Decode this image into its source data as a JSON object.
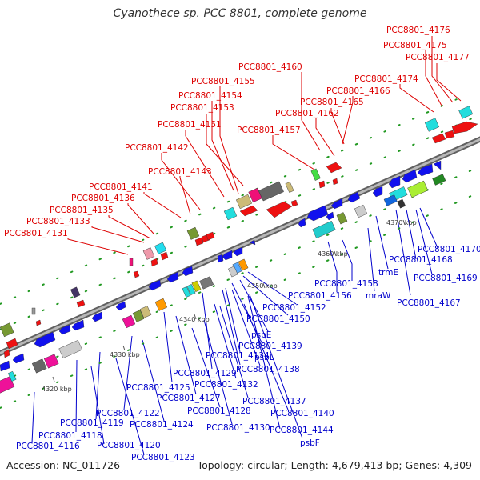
{
  "title": "Cyanothece sp. PCC 8801, complete genome",
  "footer": {
    "accession": "Accession: NC_011726",
    "stats": "Topology: circular; Length: 4,679,413 bp; Genes: 4,309"
  },
  "colors": {
    "label_forward": "#dd0000",
    "label_reverse": "#0000cc",
    "backbone": "#8a8a8a"
  },
  "ticks": [
    "4320 kbp",
    "4330 kbp",
    "4340 kbp",
    "4350 kbp",
    "4360 kbp",
    "4370 kbp"
  ],
  "forward_labels": [
    "PCC8801_4176",
    "PCC8801_4175",
    "PCC8801_4177",
    "PCC8801_4160",
    "PCC8801_4174",
    "PCC8801_4155",
    "PCC8801_4166",
    "PCC8801_4154",
    "PCC8801_4165",
    "PCC8801_4153",
    "PCC8801_4162",
    "PCC8801_4151",
    "PCC8801_4157",
    "PCC8801_4142",
    "PCC8801_4143",
    "PCC8801_4141",
    "PCC8801_4136",
    "PCC8801_4135",
    "PCC8801_4133",
    "PCC8801_4131"
  ],
  "reverse_labels": [
    "PCC8801_4170",
    "PCC8801_4168",
    "PCC8801_4169",
    "trmE",
    "PCC8801_4167",
    "PCC8801_4158",
    "PCC8801_4156",
    "mraW",
    "PCC8801_4152",
    "PCC8801_4150",
    "psbE",
    "PCC8801_4139",
    "PCC8801_4134",
    "psbL",
    "PCC8801_4138",
    "PCC8801_4129",
    "PCC8801_4132",
    "PCC8801_4125",
    "PCC8801_4127",
    "PCC8801_4137",
    "PCC8801_4122",
    "PCC8801_4128",
    "PCC8801_4140",
    "PCC8801_4119",
    "PCC8801_4124",
    "PCC8801_4130",
    "PCC8801_4144",
    "PCC8801_4118",
    "psbF",
    "PCC8801_4116",
    "PCC8801_4120",
    "PCC8801_4123"
  ]
}
